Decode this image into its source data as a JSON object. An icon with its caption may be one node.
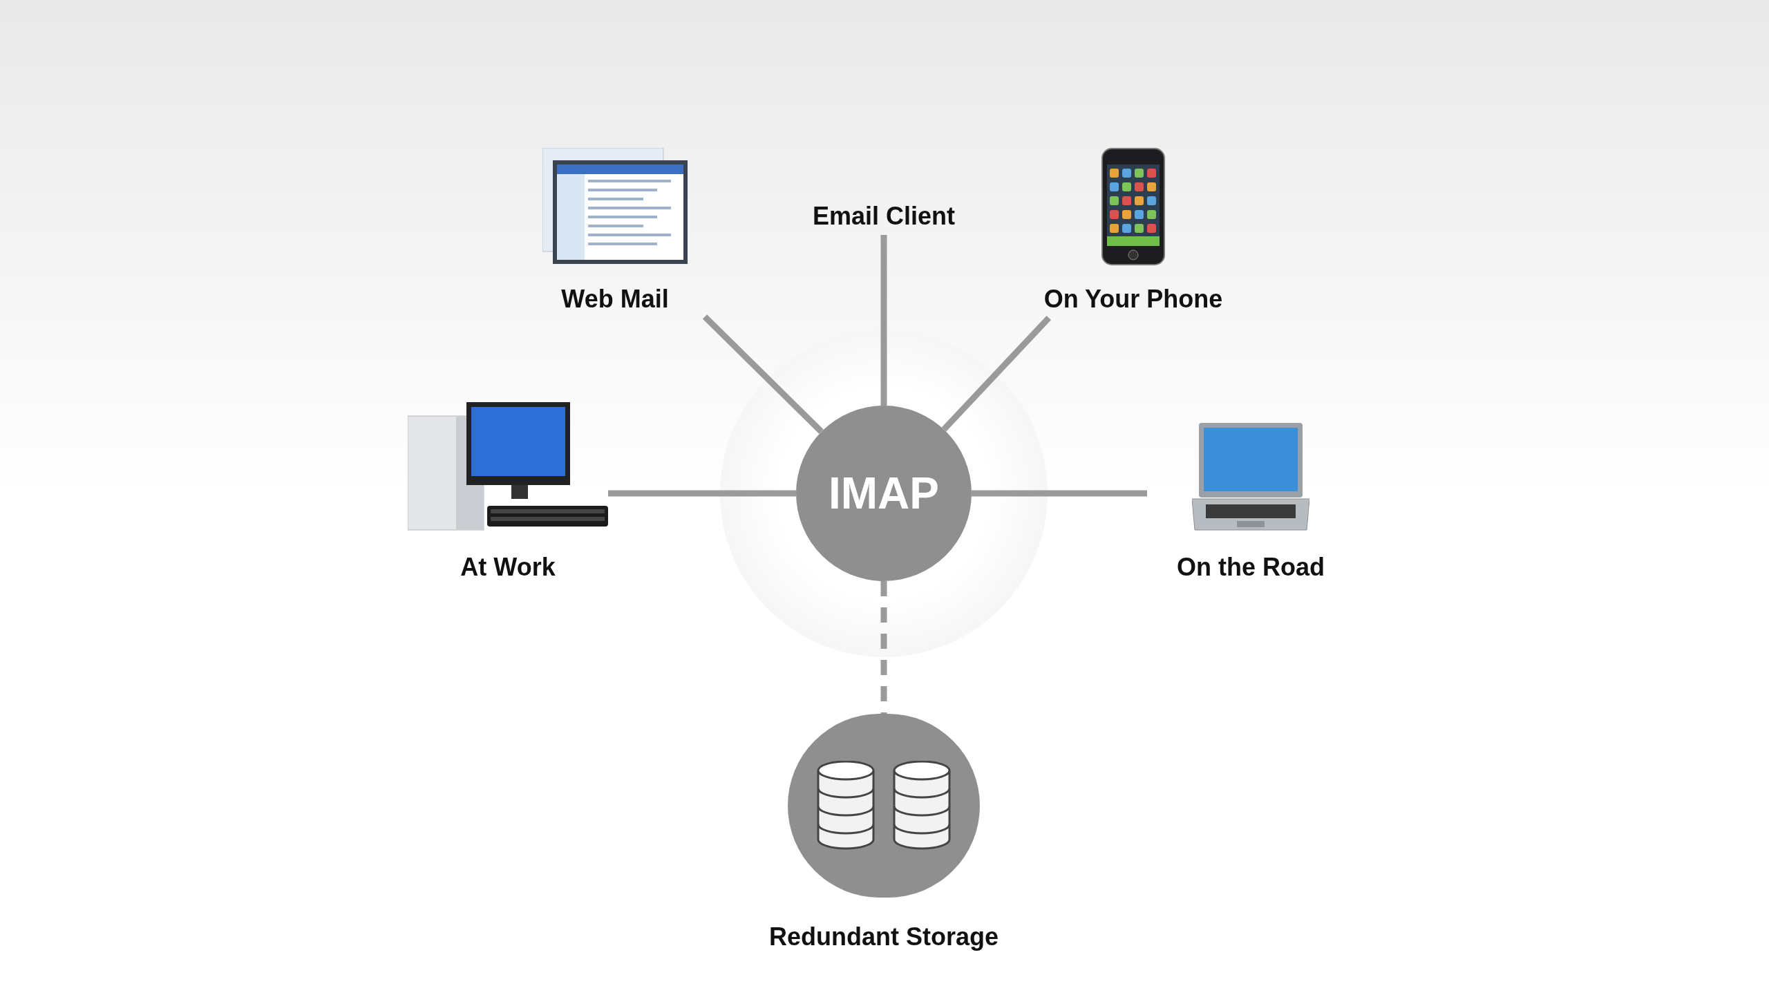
{
  "diagram": {
    "nodes": [
      {
        "text": [
          "Email Client"
        ]
      },
      {
        "text": [
          "Web Mail"
        ]
      },
      {
        "text": [
          "On Your Phone"
        ]
      },
      {
        "text": [
          "At Work"
        ]
      },
      {
        "text": [
          "IMAP"
        ]
      },
      {
        "text": [
          "On the Road"
        ]
      },
      {
        "text": [
          "Redundant Storage"
        ]
      }
    ],
    "edges": [
      {
        "from": 4,
        "to": 0,
        "arrow": "none"
      },
      {
        "from": 4,
        "to": 1,
        "arrow": "none"
      },
      {
        "from": 4,
        "to": 2,
        "arrow": "none"
      },
      {
        "from": 4,
        "to": 3,
        "arrow": "none"
      },
      {
        "from": 4,
        "to": 5,
        "arrow": "none"
      },
      {
        "from": 4,
        "to": 6,
        "arrow": "none",
        "style": "dashed"
      }
    ]
  }
}
